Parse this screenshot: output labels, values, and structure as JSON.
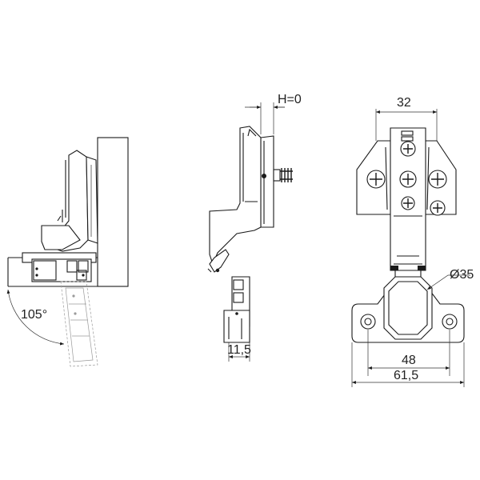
{
  "dimensions": {
    "opening_angle": "105°",
    "overlay": "H=0",
    "width_top": "32",
    "cup_diameter": "Ø35",
    "offset": "11,5",
    "hole_spacing": "48",
    "plate_width": "61,5"
  }
}
